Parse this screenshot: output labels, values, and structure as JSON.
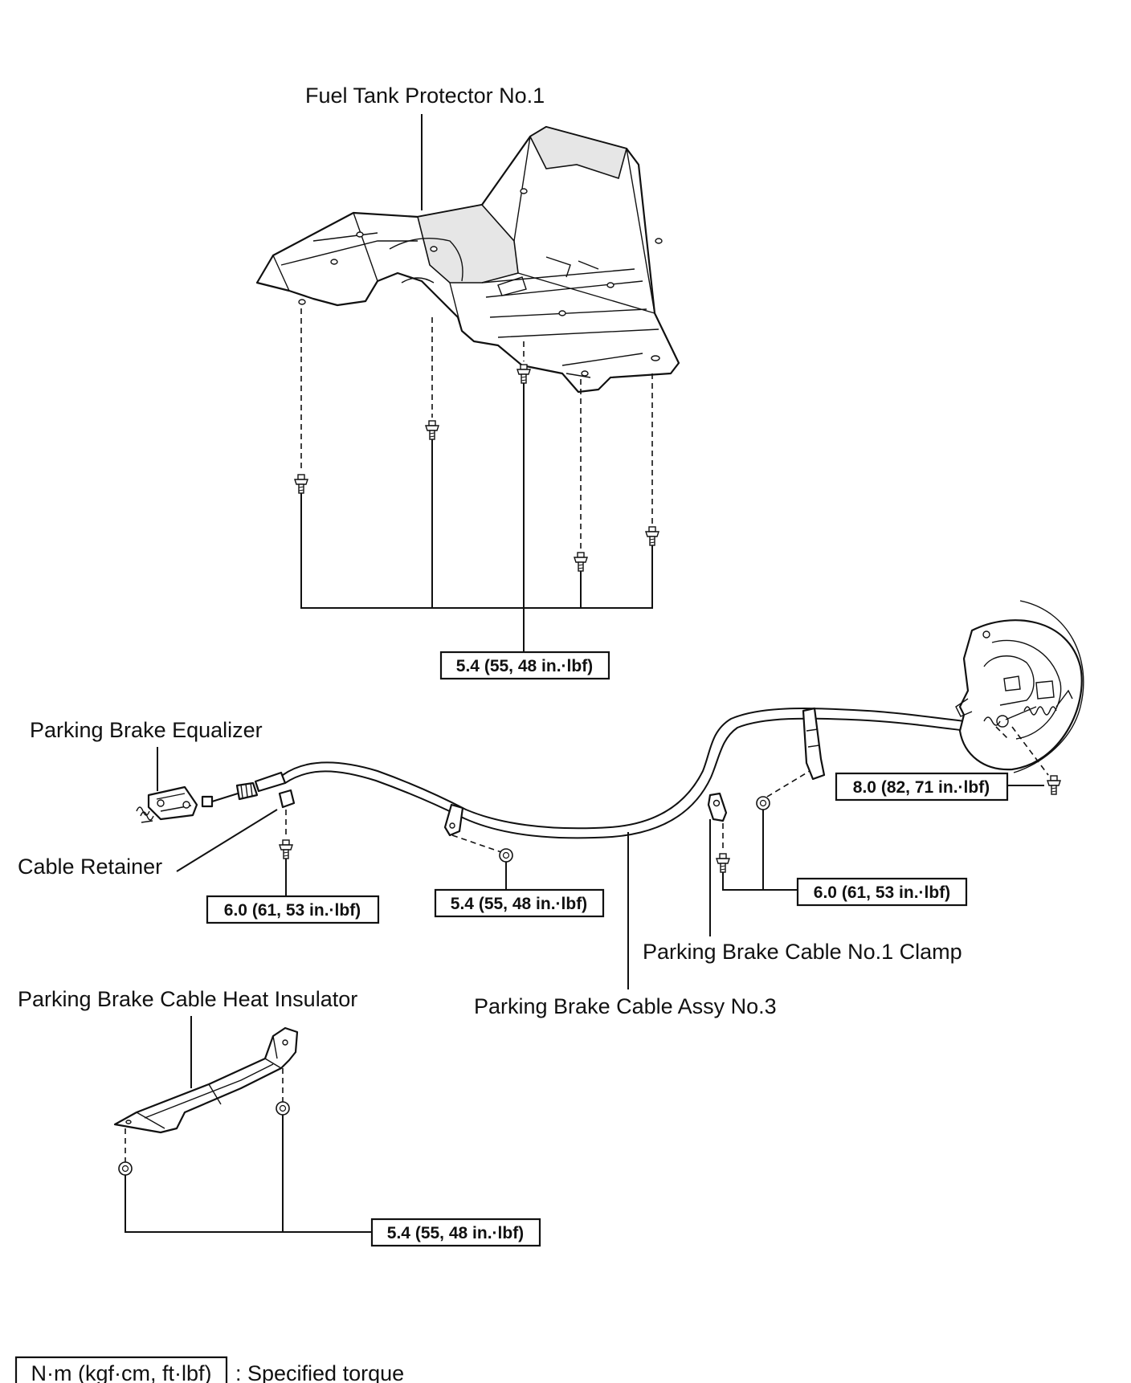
{
  "labels": {
    "fuel_tank_protector": "Fuel Tank Protector No.1",
    "parking_brake_equalizer": "Parking Brake Equalizer",
    "cable_retainer": "Cable Retainer",
    "cable_clamp": "Parking Brake Cable No.1 Clamp",
    "cable_assy": "Parking Brake Cable Assy No.3",
    "heat_insulator": "Parking Brake Cable Heat Insulator"
  },
  "torque_specs": {
    "fuel_tank_protector": "5.4 (55, 48 in.·lbf)",
    "backing_plate": "8.0 (82, 71 in.·lbf)",
    "cable_retainer": "6.0 (61, 53 in.·lbf)",
    "cable_bracket": "5.4 (55, 48 in.·lbf)",
    "cable_clamp": "6.0 (61, 53 in.·lbf)",
    "heat_insulator": "5.4 (55, 48 in.·lbf)"
  },
  "legend": {
    "unit_box": "N·m (kgf·cm, ft·lbf)",
    "description": ": Specified torque"
  }
}
